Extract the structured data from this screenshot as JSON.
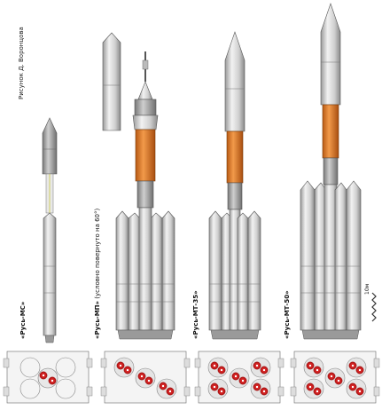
{
  "credit": "Рисунок Д. Воронцова",
  "rockets": [
    {
      "id": "rus-ms",
      "name": "«Русь-МС»",
      "note": ""
    },
    {
      "id": "rus-mp",
      "name": "«Русь-МП»",
      "note": "(условно повернуто на 60°)"
    },
    {
      "id": "rus-mt35",
      "name": "«Русь-МТ-35»",
      "note": ""
    },
    {
      "id": "rus-mt50",
      "name": "«Русь-МТ-50»",
      "note": ""
    }
  ],
  "scale_label": "10м",
  "colors": {
    "body_light": "#e6e6e6",
    "body_mid": "#bdbdbd",
    "body_dark": "#8c8c8c",
    "orange_stage": "#e07a28",
    "engine_red": "#d42020",
    "line": "#555555"
  }
}
